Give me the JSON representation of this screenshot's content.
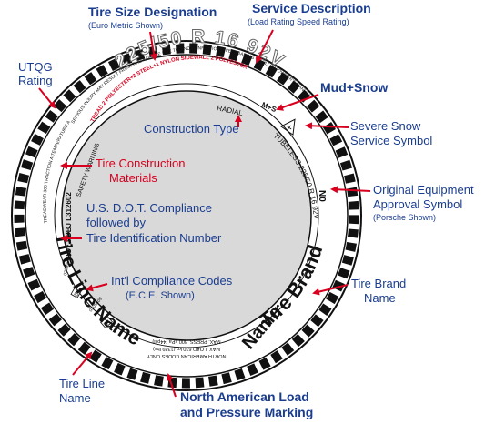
{
  "colors": {
    "callout_blue": "#1a3d8f",
    "callout_red": "#d8001e",
    "arrow_red": "#d8001e",
    "tire_black": "#111111",
    "inner_gray": "#d9d9d9",
    "sidewall_gray": "#7a7a7a"
  },
  "callouts": {
    "size_designation": {
      "title": "Tire Size Designation",
      "sub": "(Euro Metric Shown)"
    },
    "service_description": {
      "title": "Service Description",
      "sub": "(Load Rating  Speed Rating)"
    },
    "utqg": {
      "line1": "UTQG",
      "line2": "Rating"
    },
    "mud_snow": {
      "title": "Mud+Snow"
    },
    "construction_type": {
      "title": "Construction Type"
    },
    "severe_snow": {
      "line1": "Severe Snow",
      "line2": "Service Symbol"
    },
    "tire_construction": {
      "line1": "Tire Construction",
      "line2": "Materials"
    },
    "dot": {
      "line1": "U.S. D.O.T. Compliance",
      "line2": "followed by",
      "line3": "Tire Identification Number"
    },
    "oe_approval": {
      "line1": "Original Equipment",
      "line2": "Approval Symbol",
      "sub": "(Porsche Shown)"
    },
    "intl": {
      "line1": "Int'l Compliance Codes",
      "line2": "(E.C.E. Shown)"
    },
    "tire_brand": {
      "line1": "Tire Brand",
      "line2": "Name"
    },
    "tire_line": {
      "line1": "Tire Line",
      "line2": "Name"
    },
    "na_load": {
      "line1": "North American Load",
      "line2": "and Pressure Marking"
    }
  },
  "tire_text": {
    "size": "225/50 R 16  92V",
    "tire_line_name": "Tire Line Name",
    "tire_brand_name": "Tire Brand",
    "brand_suffix": "Name",
    "registered": "®",
    "mud_snow_mark": "M+S",
    "radial": "RADIAL",
    "tubeless": "TUBELESS 225/50 R 16 92V",
    "oe_mark": "N0",
    "dot_tin": "DOT FDBJ L312602",
    "safety_warning": "SAFETY WARNING",
    "ece_code_1": "E4",
    "ece_code_2": "0205409",
    "ece_code_3": "E4",
    "ece_code_4": "0205409",
    "na_line1": "NORTH AMERICAN CODES ONLY",
    "na_line2": "MAX. LOAD 630 kg (1389 lbs)",
    "na_line3": "MAX. PRESS. 300 kPa (44psi)",
    "construction_text": "TREAD 2 POLYESTER+2 STEEL+1 NYLON  SIDEWALL 2 POLYESTER",
    "warning_text": "SERIOUS INJURY MAY RESULT FROM TIRE FAILURE DUE TO UNDERINFLATION/OVERLOADING -- FOLLOW OWNER'S MANUAL OR TIRE PLACARD IN VEHICLE",
    "utqg_text": "TREADWEAR 300  TRACTION A  TEMPERATURE A"
  }
}
